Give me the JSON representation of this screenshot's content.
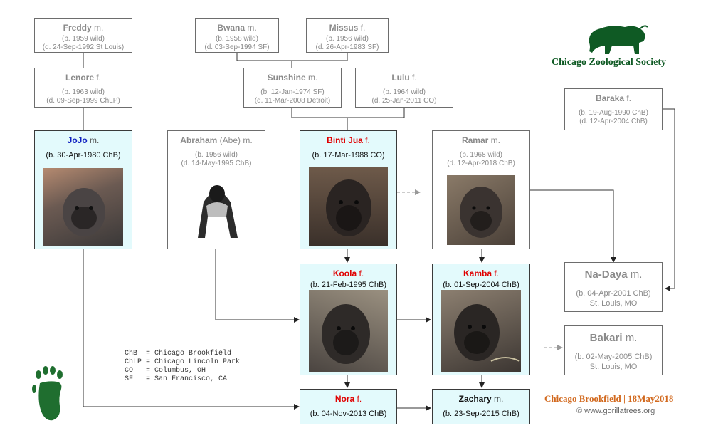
{
  "people": {
    "freddy": {
      "name": "Freddy",
      "sex": "m.",
      "line1": "(b. 1959 wild)",
      "line2": "(d. 24-Sep-1992 St Louis)"
    },
    "lenore": {
      "name": "Lenore",
      "sex": "f.",
      "line1": "(b. 1963 wild)",
      "line2": "(d. 09-Sep-1999 ChLP)"
    },
    "jojo": {
      "name": "JoJo",
      "sex": "m.",
      "line1": "(b. 30-Apr-1980 ChB)"
    },
    "bwana": {
      "name": "Bwana",
      "sex": "m.",
      "line1": "(b. 1958 wild)",
      "line2": "(d. 03-Sep-1994 SF)"
    },
    "missus": {
      "name": "Missus",
      "sex": "f.",
      "line1": "(b. 1956 wild)",
      "line2": "(d. 26-Apr-1983 SF)"
    },
    "sunshine": {
      "name": "Sunshine",
      "sex": "m.",
      "line1": "(b. 12-Jan-1974 SF)",
      "line2": "(d. 11-Mar-2008 Detroit)"
    },
    "lulu": {
      "name": "Lulu",
      "sex": "f.",
      "line1": "(b. 1964 wild)",
      "line2": "(d. 25-Jan-2011 CO)"
    },
    "abraham": {
      "name": "Abraham",
      "nick": "(Abe)",
      "sex": "m.",
      "line1": "(b. 1956 wild)",
      "line2": "(d. 14-May-1995 ChB)"
    },
    "binti": {
      "name": "Binti Jua",
      "sex": "f.",
      "line1": "(b. 17-Mar-1988 CO)"
    },
    "ramar": {
      "name": "Ramar",
      "sex": "m.",
      "line1": "(b. 1968 wild)",
      "line2": "(d. 12-Apr-2018 ChB)"
    },
    "baraka": {
      "name": "Baraka",
      "sex": "f.",
      "line1": "(b. 19-Aug-1990 ChB)",
      "line2": "(d. 12-Apr-2004 ChB)"
    },
    "koola": {
      "name": "Koola",
      "sex": "f.",
      "line1": "(b. 21-Feb-1995 ChB)"
    },
    "kamba": {
      "name": "Kamba",
      "sex": "f.",
      "line1": "(b. 01-Sep-2004 ChB)"
    },
    "nadaya": {
      "name": "Na-Daya",
      "sex": "m.",
      "line1": "(b. 04-Apr-2001 ChB)",
      "line2": "St. Louis, MO"
    },
    "bakari": {
      "name": "Bakari",
      "sex": "m.",
      "line1": "(b. 02-May-2005 ChB)",
      "line2": "St. Louis, MO"
    },
    "nora": {
      "name": "Nora",
      "sex": "f.",
      "line1": "(b. 04-Nov-2013 ChB)"
    },
    "zachary": {
      "name": "Zachary",
      "sex": "m.",
      "line1": "(b. 23-Sep-2015 ChB)"
    }
  },
  "legend": [
    "ChB  = Chicago Brookfield",
    "ChLP = Chicago Lincoln Park",
    "CO   = Columbus, OH",
    "SF   = San Francisco, CA"
  ],
  "logo": {
    "text": "Chicago Zoological Society",
    "icon": "bison-icon"
  },
  "footer": {
    "title": "Chicago Brookfield | 18May2018",
    "copyright": "© www.gorillatrees.org"
  },
  "colors": {
    "current_bg": "#e3fafc",
    "highlight_name": "#e00000",
    "jojo_name": "#1020c0",
    "logo_green": "#0f5a24",
    "footer_orange": "#d2691e"
  }
}
